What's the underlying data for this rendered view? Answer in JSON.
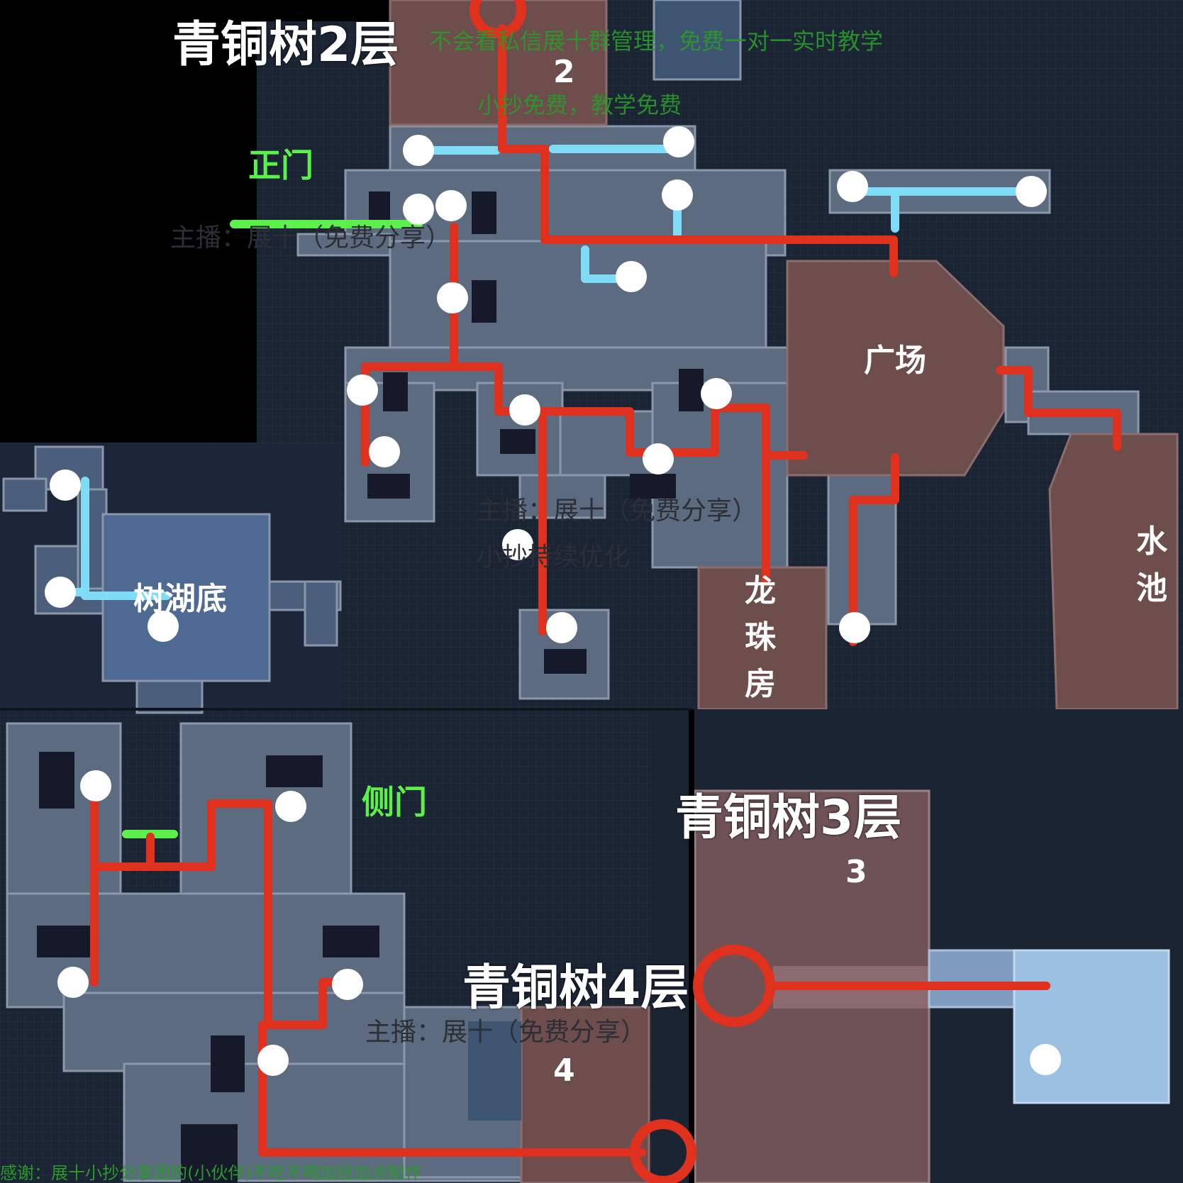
{
  "floors": {
    "floor2": {
      "title": "青铜树2层",
      "number": "2"
    },
    "floor3": {
      "title": "青铜树3层",
      "number": "3"
    },
    "floor4": {
      "title": "青铜树4层",
      "number": "4"
    }
  },
  "promo": {
    "line1": "不会看私信展十群管理，免费一对一实时教学",
    "line2": "小抄免费，教学免费"
  },
  "areas": {
    "main_gate": "正门",
    "side_gate": "侧门",
    "plaza": "广场",
    "lake_bottom": "树湖底",
    "dragon_pearl_room": [
      "龙",
      "珠",
      "房"
    ],
    "pool": [
      "水",
      "池"
    ]
  },
  "watermarks": {
    "streamer_top": "主播：展十（免费分享）",
    "streamer_mid": "主播：展十（免费分享）",
    "optimizing": "小抄持续优化",
    "streamer_bottom": "主播：展十（免费分享）"
  },
  "credit": "感谢：展十小抄分享团的(小伙伴)不吃不喝加班加点制作",
  "colors": {
    "route": "#e0301e",
    "alt_route": "#7fdcf6",
    "gate_marker": "#5cf04a",
    "waypoint": "#ffffff",
    "room": "#5d6b80",
    "special_room": "#6e4d4d",
    "background": "#1b2433"
  }
}
